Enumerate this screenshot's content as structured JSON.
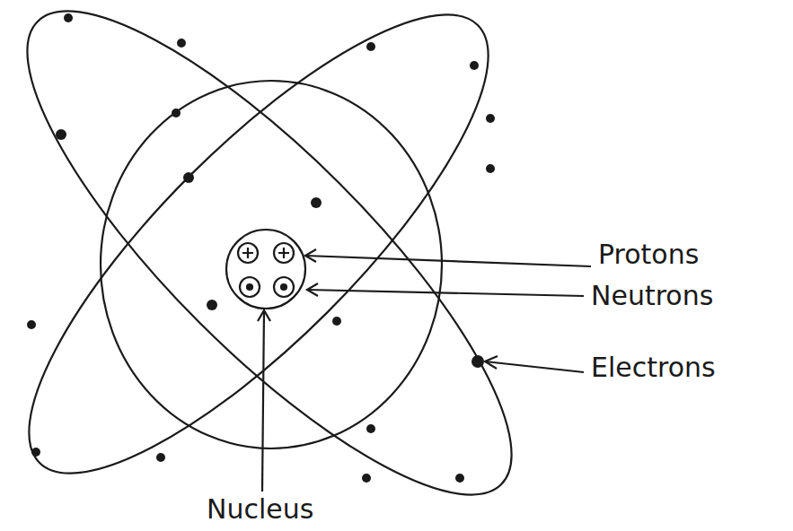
{
  "diagram": {
    "labels": [
      "Protons",
      "Neutrons",
      "Electrons",
      "Nucleus"
    ]
  }
}
